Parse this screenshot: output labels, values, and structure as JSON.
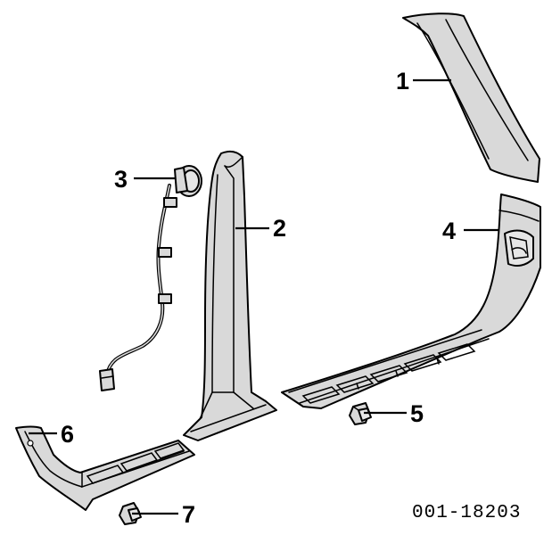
{
  "callouts": {
    "c1": "1",
    "c2": "2",
    "c3": "3",
    "c4": "4",
    "c5": "5",
    "c6": "6",
    "c7": "7"
  },
  "diagram_number": "001-18203"
}
